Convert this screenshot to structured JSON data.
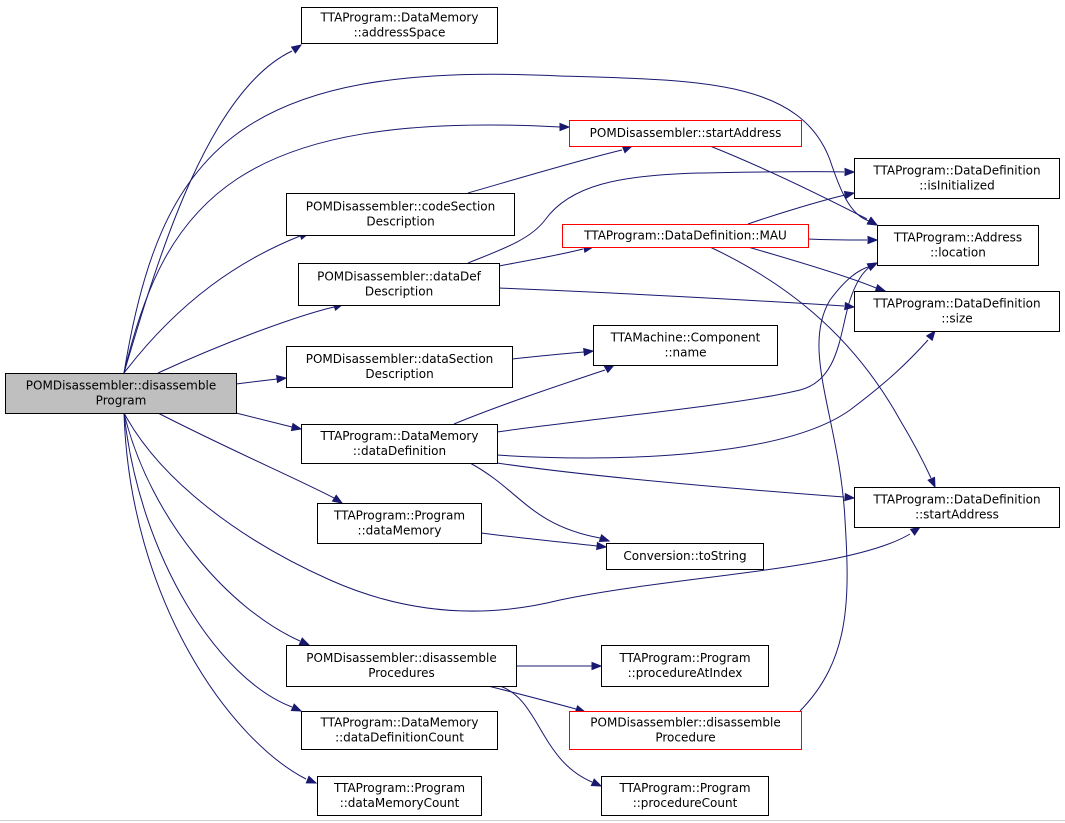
{
  "graph": {
    "nodes": [
      {
        "id": "root",
        "lines": [
          "POMDisassembler::disassemble",
          "Program"
        ],
        "style": "root"
      },
      {
        "id": "dm_addressSpace",
        "lines": [
          "TTAProgram::DataMemory",
          "::addressSpace"
        ],
        "style": "normal"
      },
      {
        "id": "pom_startAddress",
        "lines": [
          "POMDisassembler::startAddress"
        ],
        "style": "red"
      },
      {
        "id": "pom_codeSection",
        "lines": [
          "POMDisassembler::codeSection",
          "Description"
        ],
        "style": "normal"
      },
      {
        "id": "pom_dataDef",
        "lines": [
          "POMDisassembler::dataDef",
          "Description"
        ],
        "style": "normal"
      },
      {
        "id": "pom_dataSection",
        "lines": [
          "POMDisassembler::dataSection",
          "Description"
        ],
        "style": "normal"
      },
      {
        "id": "dm_dataDefinition",
        "lines": [
          "TTAProgram::DataMemory",
          "::dataDefinition"
        ],
        "style": "normal"
      },
      {
        "id": "prog_dataMemory",
        "lines": [
          "TTAProgram::Program",
          "::dataMemory"
        ],
        "style": "normal"
      },
      {
        "id": "pom_disProcedures",
        "lines": [
          "POMDisassembler::disassemble",
          "Procedures"
        ],
        "style": "normal"
      },
      {
        "id": "dm_dataDefCount",
        "lines": [
          "TTAProgram::DataMemory",
          "::dataDefinitionCount"
        ],
        "style": "normal"
      },
      {
        "id": "prog_dataMemCount",
        "lines": [
          "TTAProgram::Program",
          "::dataMemoryCount"
        ],
        "style": "normal"
      },
      {
        "id": "dd_mau",
        "lines": [
          "TTAProgram::DataDefinition::MAU"
        ],
        "style": "red"
      },
      {
        "id": "comp_name",
        "lines": [
          "TTAMachine::Component",
          "::name"
        ],
        "style": "normal"
      },
      {
        "id": "conv_toString",
        "lines": [
          "Conversion::toString"
        ],
        "style": "normal"
      },
      {
        "id": "prog_procAtIndex",
        "lines": [
          "TTAProgram::Program",
          "::procedureAtIndex"
        ],
        "style": "normal"
      },
      {
        "id": "pom_disProcedure",
        "lines": [
          "POMDisassembler::disassemble",
          "Procedure"
        ],
        "style": "red"
      },
      {
        "id": "prog_procCount",
        "lines": [
          "TTAProgram::Program",
          "::procedureCount"
        ],
        "style": "normal"
      },
      {
        "id": "dd_isInitialized",
        "lines": [
          "TTAProgram::DataDefinition",
          "::isInitialized"
        ],
        "style": "normal"
      },
      {
        "id": "addr_location",
        "lines": [
          "TTAProgram::Address",
          "::location"
        ],
        "style": "normal"
      },
      {
        "id": "dd_size",
        "lines": [
          "TTAProgram::DataDefinition",
          "::size"
        ],
        "style": "normal"
      },
      {
        "id": "dd_startAddress",
        "lines": [
          "TTAProgram::DataDefinition",
          "::startAddress"
        ],
        "style": "normal"
      }
    ],
    "edges": [
      {
        "from": "root",
        "to": "dm_addressSpace"
      },
      {
        "from": "root",
        "to": "pom_startAddress"
      },
      {
        "from": "root",
        "to": "addr_location"
      },
      {
        "from": "root",
        "to": "pom_codeSection"
      },
      {
        "from": "root",
        "to": "pom_dataDef"
      },
      {
        "from": "root",
        "to": "pom_dataSection"
      },
      {
        "from": "root",
        "to": "dm_dataDefinition"
      },
      {
        "from": "root",
        "to": "prog_dataMemory"
      },
      {
        "from": "root",
        "to": "dd_startAddress"
      },
      {
        "from": "root",
        "to": "pom_disProcedures"
      },
      {
        "from": "root",
        "to": "dm_dataDefCount"
      },
      {
        "from": "root",
        "to": "prog_dataMemCount"
      },
      {
        "from": "pom_startAddress",
        "to": "addr_location"
      },
      {
        "from": "pom_codeSection",
        "to": "pom_startAddress"
      },
      {
        "from": "pom_dataDef",
        "to": "dd_isInitialized"
      },
      {
        "from": "pom_dataDef",
        "to": "dd_mau"
      },
      {
        "from": "pom_dataDef",
        "to": "dd_size"
      },
      {
        "from": "pom_dataSection",
        "to": "comp_name"
      },
      {
        "from": "dd_mau",
        "to": "dd_isInitialized"
      },
      {
        "from": "dd_mau",
        "to": "addr_location"
      },
      {
        "from": "dd_mau",
        "to": "dd_size"
      },
      {
        "from": "dd_mau",
        "to": "dd_startAddress"
      },
      {
        "from": "dm_dataDefinition",
        "to": "comp_name"
      },
      {
        "from": "dm_dataDefinition",
        "to": "addr_location"
      },
      {
        "from": "dm_dataDefinition",
        "to": "dd_size"
      },
      {
        "from": "dm_dataDefinition",
        "to": "dd_startAddress"
      },
      {
        "from": "dm_dataDefinition",
        "to": "conv_toString"
      },
      {
        "from": "prog_dataMemory",
        "to": "conv_toString"
      },
      {
        "from": "pom_disProcedures",
        "to": "prog_procAtIndex"
      },
      {
        "from": "pom_disProcedures",
        "to": "pom_disProcedure"
      },
      {
        "from": "pom_disProcedures",
        "to": "prog_procCount"
      },
      {
        "from": "pom_disProcedure",
        "to": "addr_location"
      }
    ]
  }
}
